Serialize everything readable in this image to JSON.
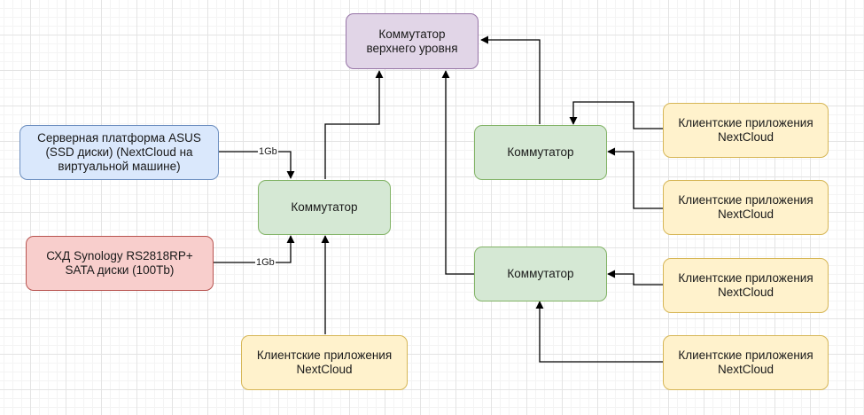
{
  "nodes": {
    "top_switch": "Коммутатор\nверхнего уровня",
    "switch_left": "Коммутатор",
    "switch_right_top": "Коммутатор",
    "switch_right_bottom": "Коммутатор",
    "server": "Серверная платформа ASUS\n(SSD диски) (NextCloud на\nвиртуальной машине)",
    "storage": "СХД Synology RS2818RP+\nSATA диски (100Tb)",
    "client_left": "Клиентские приложения\nNextCloud",
    "client_r1": "Клиентские приложения\nNextCloud",
    "client_r2": "Клиентские приложения\nNextCloud",
    "client_r3": "Клиентские приложения\nNextCloud",
    "client_r4": "Клиентские приложения\nNextCloud"
  },
  "edge_labels": {
    "server_link": "1Gb",
    "storage_link": "1Gb"
  },
  "colors": {
    "top_switch_fill": "#e1d5e7",
    "switch_fill": "#d5e8d4",
    "server_fill": "#dae8fc",
    "storage_fill": "#f8cecc",
    "client_fill": "#fff2cc"
  }
}
